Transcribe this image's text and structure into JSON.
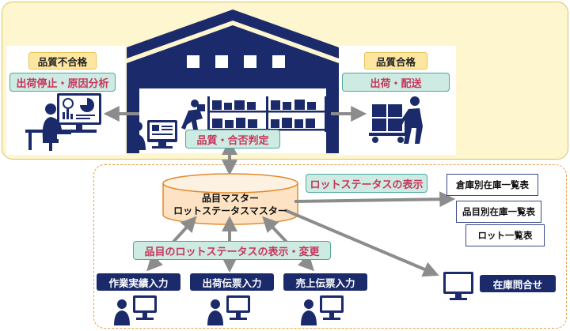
{
  "reject": {
    "title": "品質不合格",
    "action": "出荷停止・原因分析"
  },
  "accept": {
    "title": "品質合格",
    "action": "出荷・配送"
  },
  "judgement": {
    "label": "品質・合否判定"
  },
  "database": {
    "line1": "品目マスター",
    "line2": "ロットステータスマスター"
  },
  "lot_status_display": {
    "label": "ロットステータスの表示"
  },
  "item_lot_status": {
    "label": "品目のロットステータスの表示・変更"
  },
  "reports": [
    "倉庫別在庫一覧表",
    "品目別在庫一覧表",
    "ロット一覧表"
  ],
  "inputs": [
    "作業実績入力",
    "出荷伝票入力",
    "売上伝票入力"
  ],
  "inquiry": {
    "label": "在庫問合せ"
  },
  "colors": {
    "navy": "#1b2a6b",
    "teal_border": "#4fa99a",
    "teal_fill": "#cdeae3",
    "pink_text": "#c8355a",
    "yellow_panel": "#fdf6cf",
    "orange_dashed": "#e8a050",
    "arrow_gray": "#8c8c8c"
  }
}
